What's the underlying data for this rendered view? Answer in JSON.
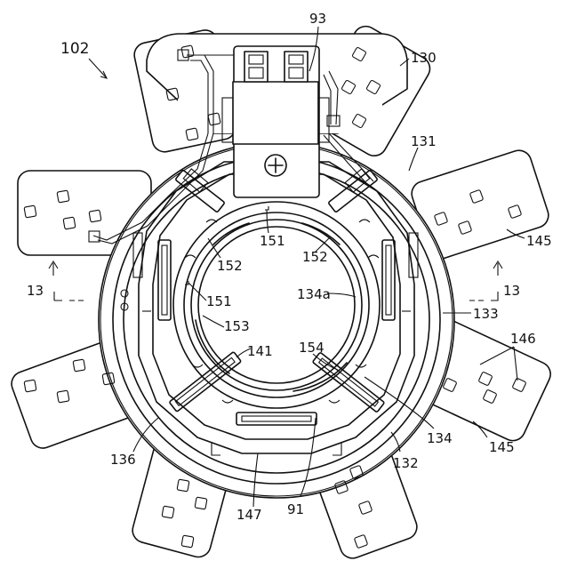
{
  "labels": {
    "figure_ref": "102",
    "l93": "93",
    "l130": "130",
    "l131": "131",
    "l145a": "145",
    "l145b": "145",
    "l146": "146",
    "l133": "133",
    "l13_right": "13",
    "l13_left": "13",
    "l134a": "134a",
    "l134": "134",
    "l132": "132",
    "l91": "91",
    "l147": "147",
    "l136": "136",
    "l141": "141",
    "l153": "153",
    "l154": "154",
    "l151a": "151",
    "l151b": "151",
    "l152a": "152",
    "l152b": "152"
  }
}
